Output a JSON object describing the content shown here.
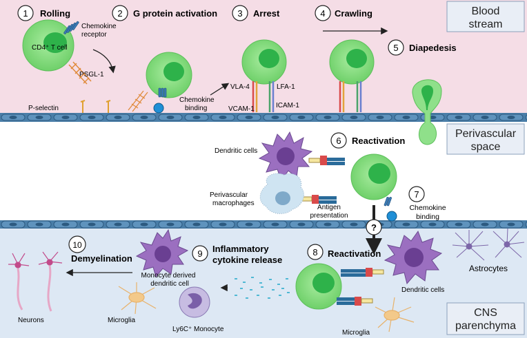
{
  "colors": {
    "blood_bg": "#f5dde6",
    "perivascular_bg": "#ffffff",
    "cns_bg": "#dde8f4",
    "endothelium": "#4a7ea8",
    "tcell_outer": "#8fe08a",
    "tcell_inner": "#2eb24a",
    "dendritic": "#9b6fc0",
    "macrophage": "#cfe4f2",
    "microglia": "#f3c98a",
    "monocyte": "#9f8cc8"
  },
  "compartments": {
    "blood": "Blood stream",
    "perivascular": "Perivascular space",
    "cns": "CNS parenchyma"
  },
  "steps": {
    "s1": {
      "num": "1",
      "label": "Rolling"
    },
    "s2": {
      "num": "2",
      "label": "G protein activation"
    },
    "s3": {
      "num": "3",
      "label": "Arrest"
    },
    "s4": {
      "num": "4",
      "label": "Crawling"
    },
    "s5": {
      "num": "5",
      "label": "Diapedesis"
    },
    "s6": {
      "num": "6",
      "label": "Reactivation"
    },
    "s7": {
      "num": "7",
      "label": "Chemokine binding"
    },
    "s8": {
      "num": "8",
      "label": "Reactivation"
    },
    "s9": {
      "num": "9",
      "label": "Inflammatory cytokine release"
    },
    "s10": {
      "num": "10",
      "label": "Demyelination"
    }
  },
  "labels": {
    "chemokine_receptor": "Chemokine receptor",
    "cd4_tcell": "CD4⁺ T cell",
    "psgl1": "PSGL-1",
    "pselectin": "P-selectin",
    "chemokine_binding": "Chemokine binding",
    "vla4": "VLA-4",
    "lfa1": "LFA-1",
    "vcam1": "VCAM-1",
    "icam1": "ICAM-1",
    "dendritic_cells_top": "Dendritic cells",
    "perivascular_macrophages": "Perivascular macrophages",
    "antigen_presentation": "Antigen presentation",
    "question": "?",
    "astrocytes": "Astrocytes",
    "dendritic_cells_bottom": "Dendritic cells",
    "monocyte_derived_dc": "Monocyte derived dendritic cell",
    "neurons": "Neurons",
    "microglia_left": "Microglia",
    "ly6c_monocyte": "Ly6C⁺ Monocyte",
    "microglia_bottom": "Microglia"
  }
}
